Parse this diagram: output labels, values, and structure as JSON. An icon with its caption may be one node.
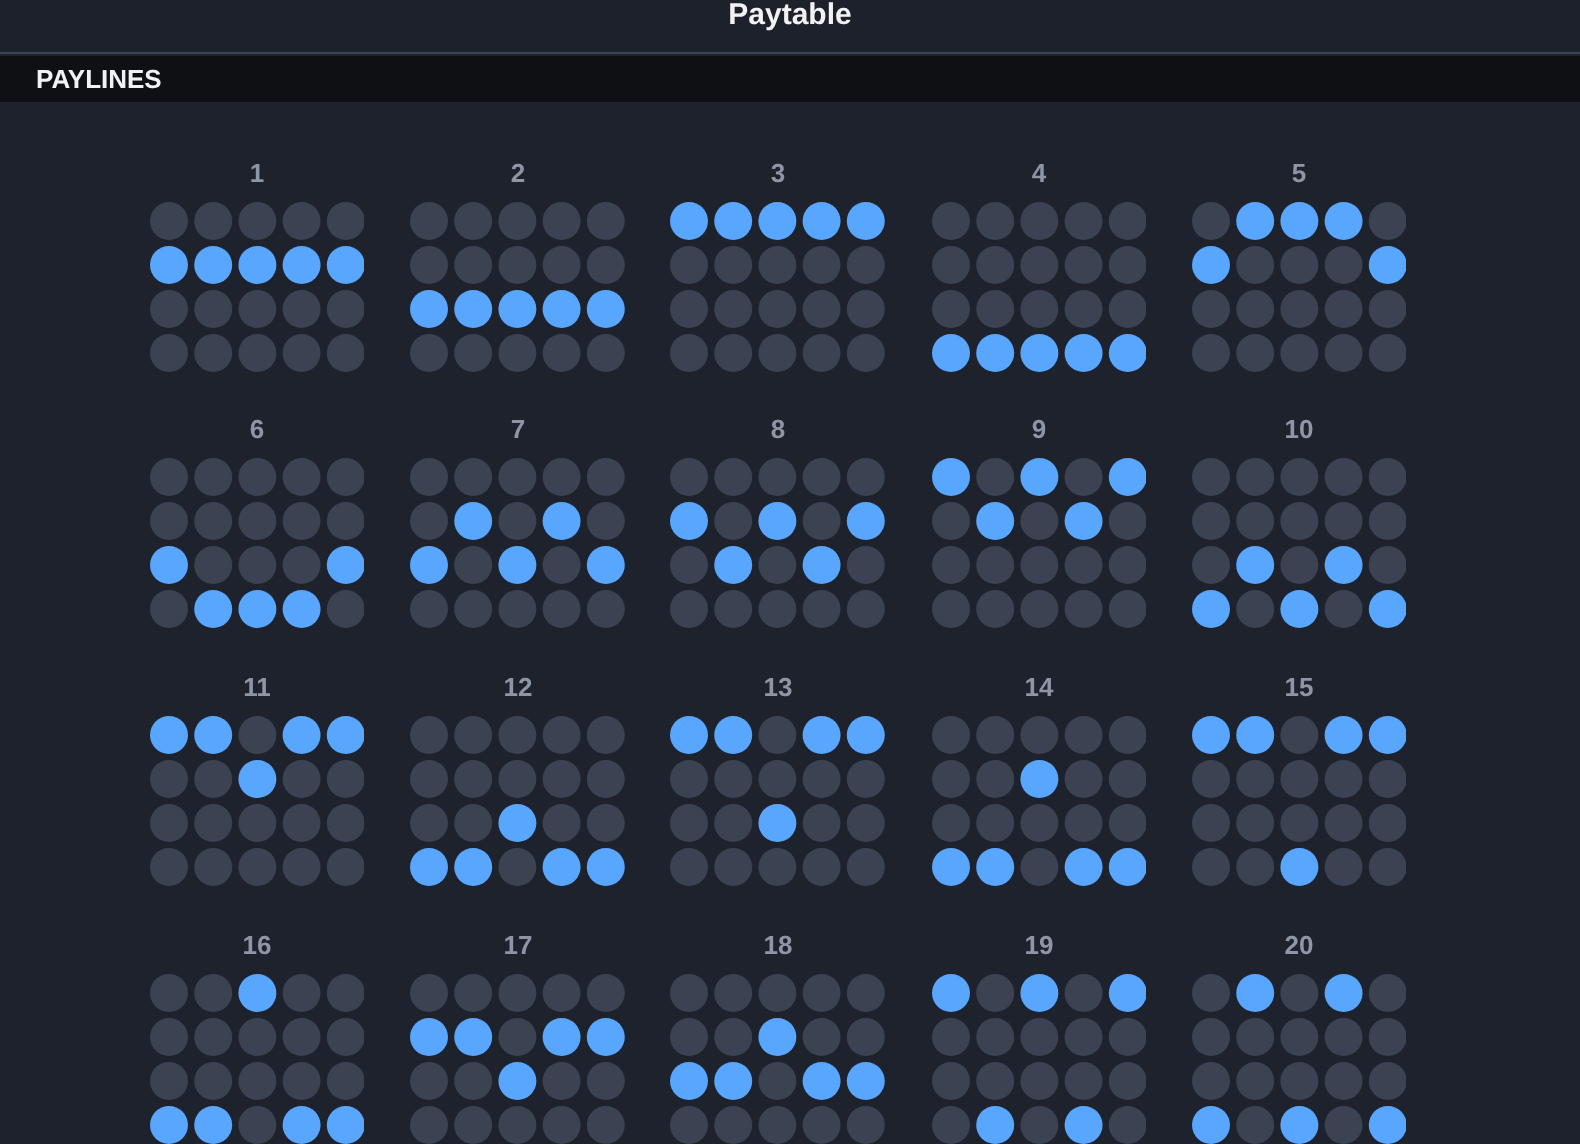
{
  "diagram": {
    "title": "Paytable",
    "labels": [
      "PAYLINES",
      "1",
      "2",
      "3",
      "4",
      "5",
      "6",
      "7",
      "8",
      "9",
      "10",
      "11",
      "12",
      "13",
      "14",
      "15",
      "16",
      "17",
      "18",
      "19",
      "20"
    ]
  }
}
